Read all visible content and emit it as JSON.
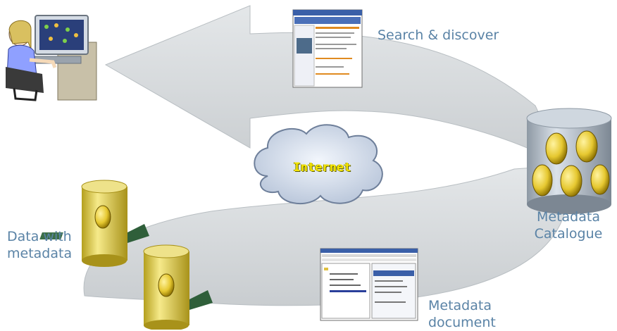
{
  "labels": {
    "search_discover": "Search & discover",
    "internet": "Internet",
    "metadata_catalogue": [
      "Metadata",
      "Catalogue"
    ],
    "data_with_metadata": [
      "Data with",
      "metadata"
    ],
    "metadata_document": [
      "Metadata",
      "document"
    ]
  },
  "colors": {
    "label_text": "#5a83a6",
    "arrow_fill": "#d2d6d8",
    "cylinder_body": "#c2ccd6",
    "cylinder_gold": "#e6d24a",
    "cloud_fill": "#dbe6f6",
    "cloud_text": "#f6e600"
  },
  "icons": {
    "user": "user-at-computer-icon",
    "catalogue": "database-cylinder-icon",
    "data_stores": "data-cylinder-icon",
    "cloud": "cloud-icon",
    "screenshot_search": "metadata-explorer-window-icon",
    "screenshot_document": "metadata-editor-window-icon"
  }
}
